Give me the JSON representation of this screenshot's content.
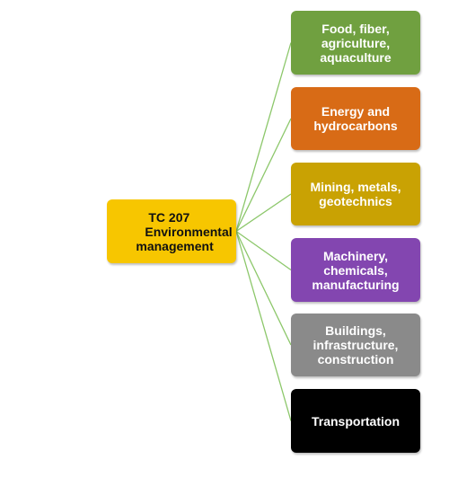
{
  "colors": {
    "connector": "#8cc76a"
  },
  "root": {
    "line1": "TC 207",
    "line2": "Environmental",
    "line3": "management",
    "color": "#f7c600"
  },
  "children": [
    {
      "label": "Food, fiber,\nagriculture,\naquaculture",
      "color": "#70a040"
    },
    {
      "label": "Energy and\nhydrocarbons",
      "color": "#d86b16"
    },
    {
      "label": "Mining, metals,\ngeotechnics",
      "color": "#c9a203"
    },
    {
      "label": "Machinery,\nchemicals,\nmanufacturing",
      "color": "#8346b0"
    },
    {
      "label": "Buildings,\ninfrastructure,\nconstruction",
      "color": "#8a8a8a"
    },
    {
      "label": "Transportation",
      "color": "#000000"
    }
  ]
}
